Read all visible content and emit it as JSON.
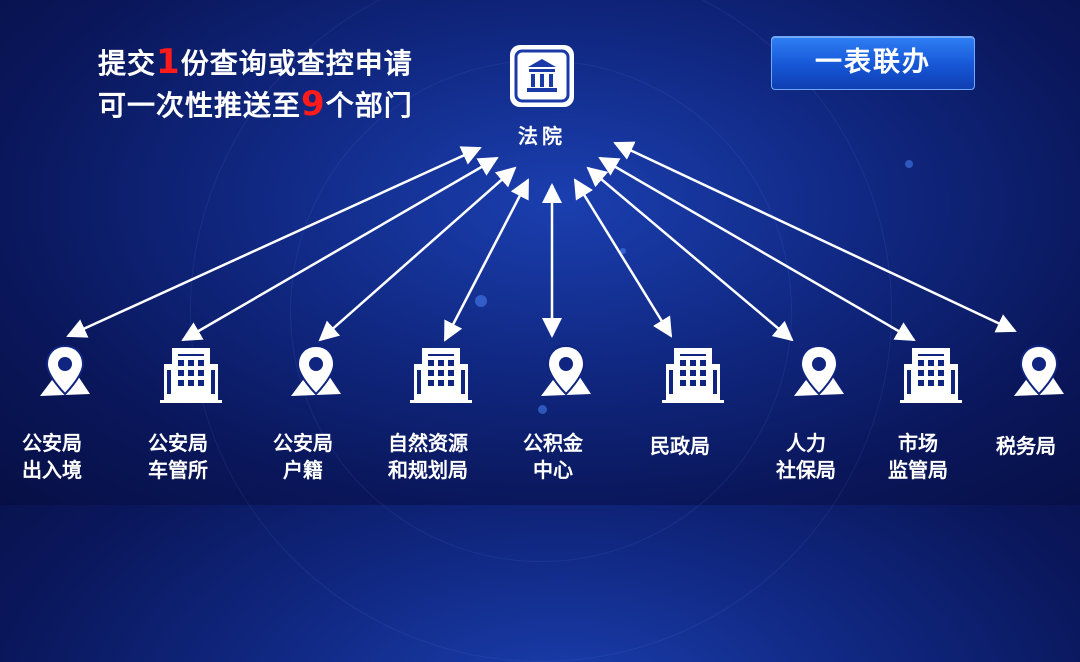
{
  "headline": {
    "line1_a": "提交",
    "line1_num": "1",
    "line1_b": "份查询或查控申请",
    "line2_a": "可一次性推送至",
    "line2_num": "9",
    "line2_b": "个部门"
  },
  "badge": "一表联办",
  "hub": {
    "label": "法院",
    "icon": "courthouse-icon"
  },
  "colors": {
    "highlight": "#ff1b1b",
    "badge": "#1e66e6",
    "background": "#0f2580",
    "arrow": "#ffffff"
  },
  "departments": [
    {
      "line1": "公安局",
      "line2": "出入境",
      "icon": "map-pin-icon"
    },
    {
      "line1": "公安局",
      "line2": "车管所",
      "icon": "building-icon"
    },
    {
      "line1": "公安局",
      "line2": "户籍",
      "icon": "map-pin-icon"
    },
    {
      "line1": "自然资源",
      "line2": "和规划局",
      "icon": "building-icon"
    },
    {
      "line1": "公积金",
      "line2": "中心",
      "icon": "map-pin-icon"
    },
    {
      "line1": "民政局",
      "line2": "",
      "icon": "building-icon"
    },
    {
      "line1": "人力",
      "line2": "社保局",
      "icon": "map-pin-icon"
    },
    {
      "line1": "市场",
      "line2": "监管局",
      "icon": "building-icon"
    },
    {
      "line1": "税务局",
      "line2": "",
      "icon": "map-pin-icon"
    }
  ]
}
